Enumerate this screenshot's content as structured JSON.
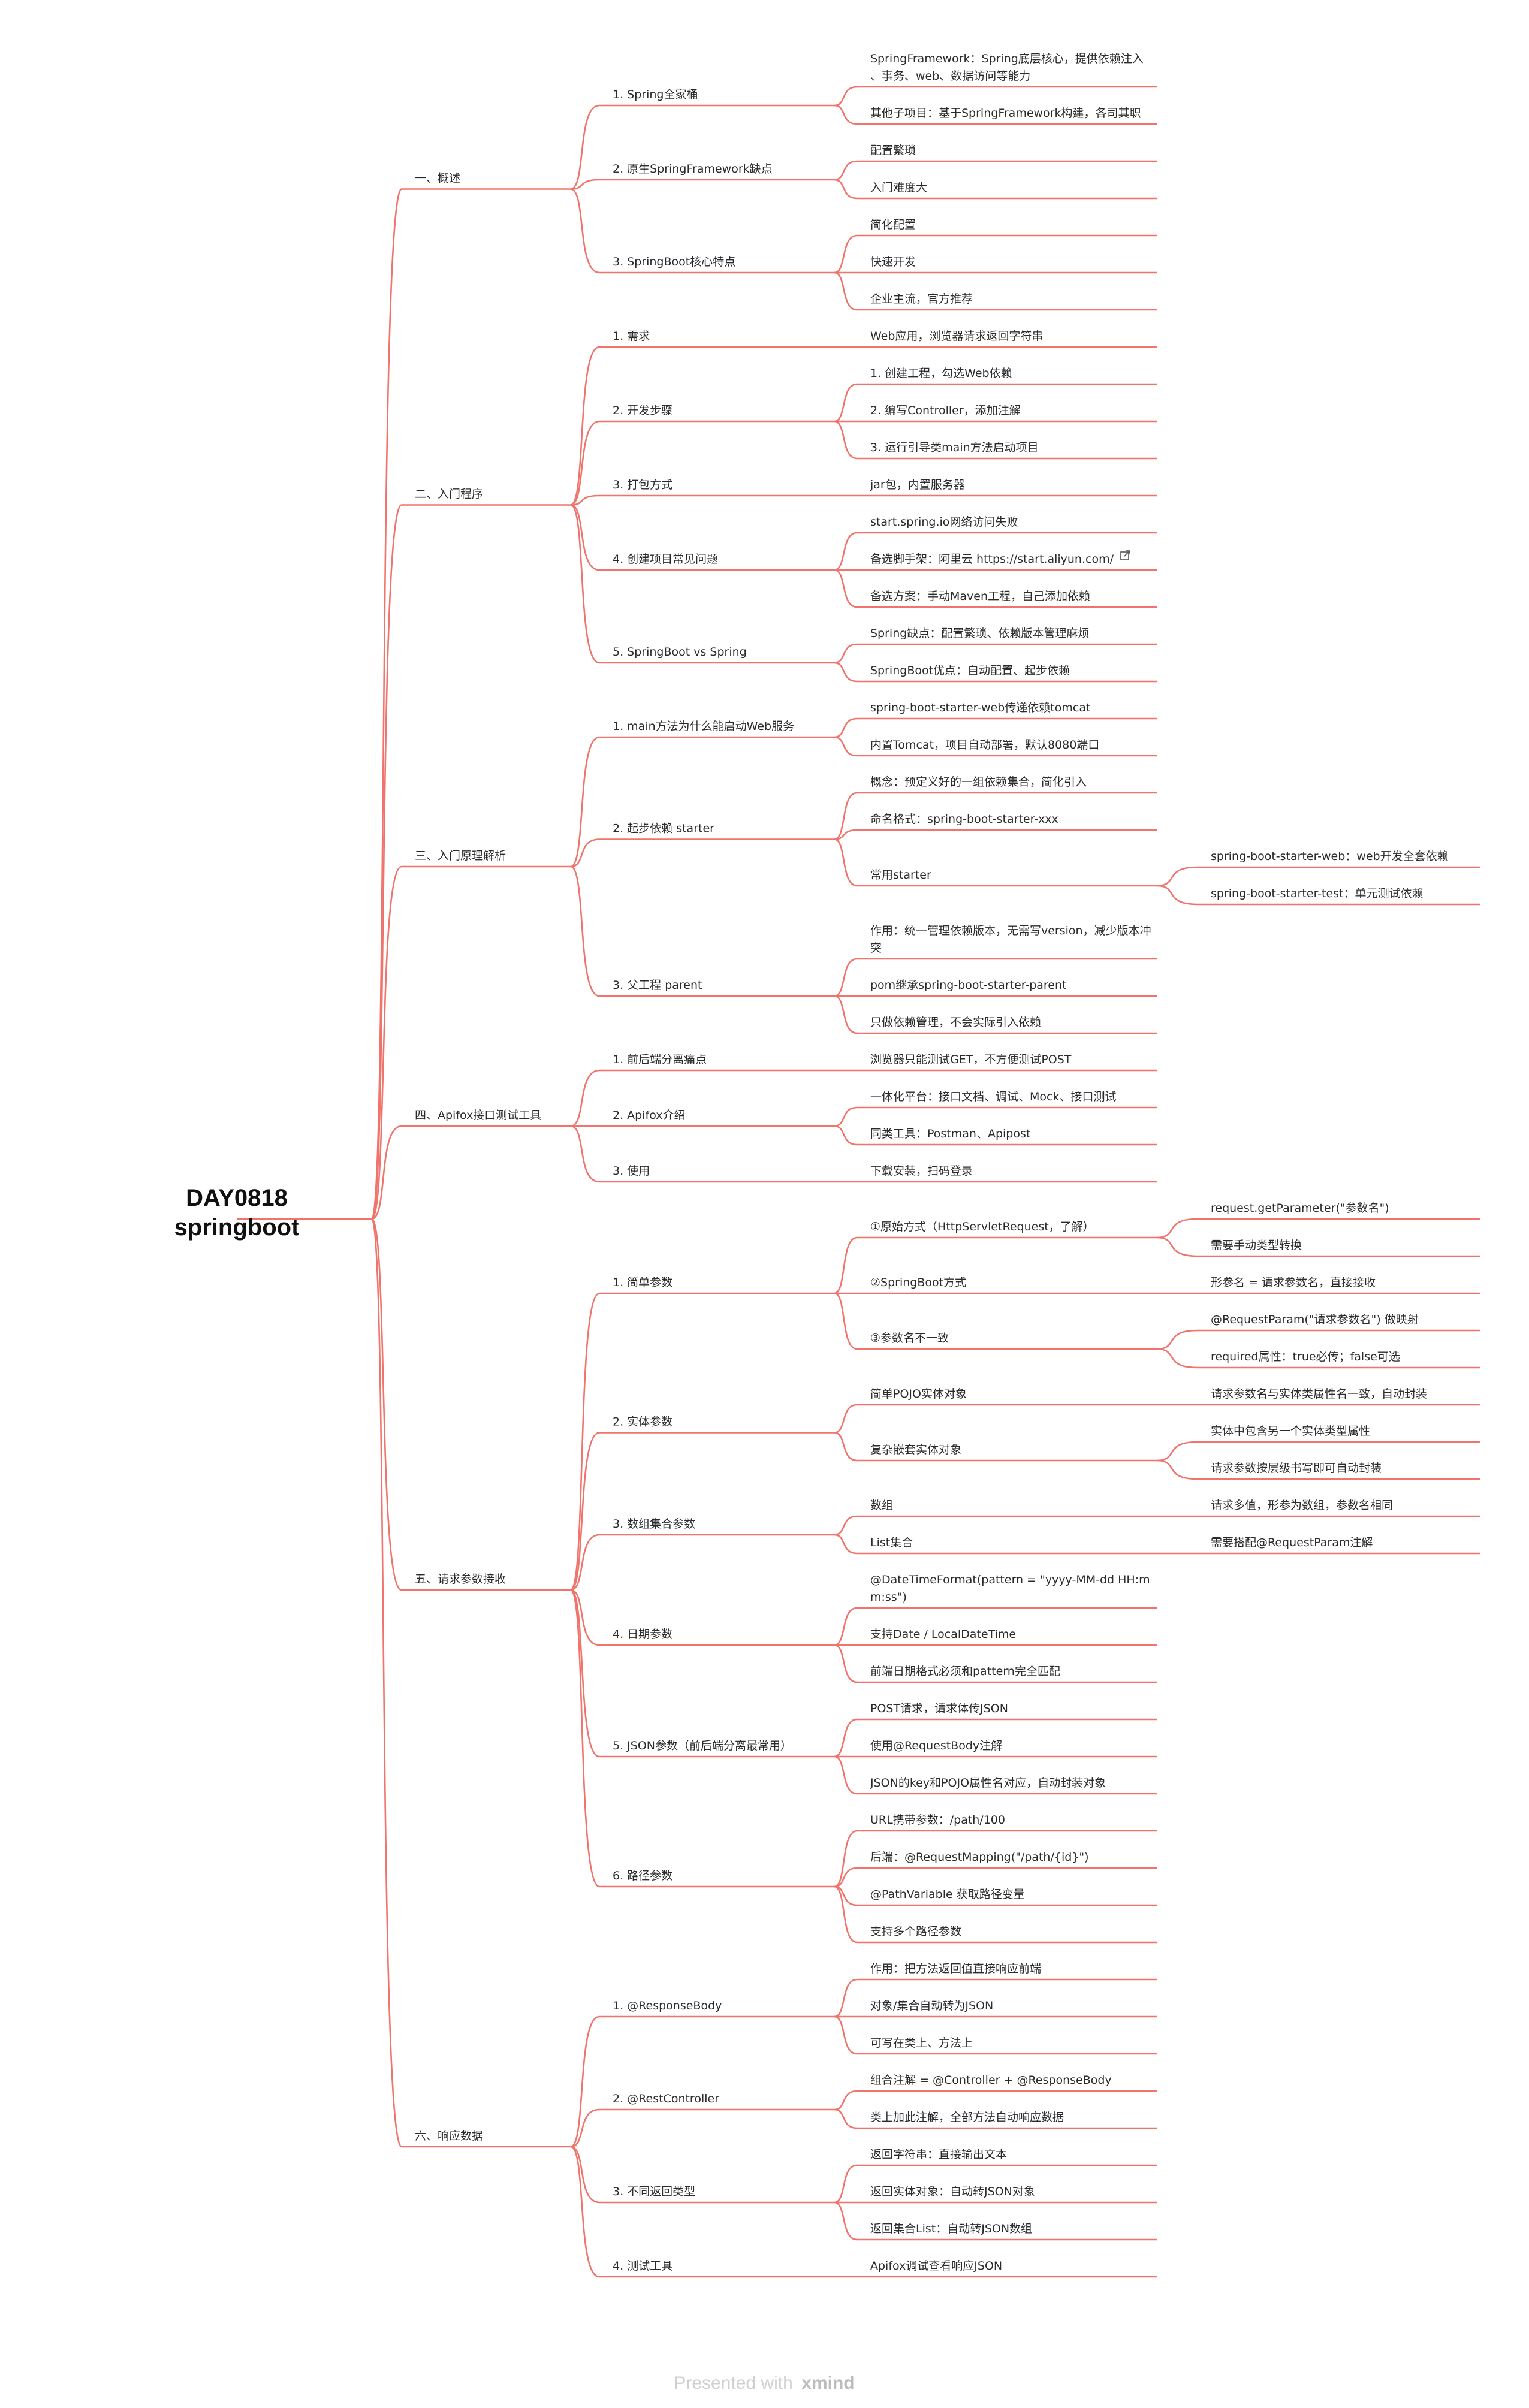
{
  "colors": {
    "branch": "#f0736c",
    "text": "#2b2b2b"
  },
  "watermark": {
    "prefix": "Presented with",
    "brand": "xmind"
  },
  "root": {
    "label_line1": "DAY0818",
    "label_line2": "springboot"
  },
  "sections": [
    {
      "label": "一、概述",
      "children": [
        {
          "label": "1. Spring全家桶",
          "children": [
            {
              "label": "SpringFramework：Spring底层核心，提供依赖注入、事务、web、数据访问等能力"
            },
            {
              "label": "其他子项目：基于SpringFramework构建，各司其职"
            }
          ]
        },
        {
          "label": "2. 原生SpringFramework缺点",
          "children": [
            {
              "label": "配置繁琐"
            },
            {
              "label": "入门难度大"
            }
          ]
        },
        {
          "label": "3. SpringBoot核心特点",
          "children": [
            {
              "label": "简化配置"
            },
            {
              "label": "快速开发"
            },
            {
              "label": "企业主流，官方推荐"
            }
          ]
        }
      ]
    },
    {
      "label": "二、入门程序",
      "children": [
        {
          "label": "1. 需求",
          "children": [
            {
              "label": "Web应用，浏览器请求返回字符串"
            }
          ]
        },
        {
          "label": "2. 开发步骤",
          "children": [
            {
              "label": "1.   创建工程，勾选Web依赖"
            },
            {
              "label": "2.   编写Controller，添加注解"
            },
            {
              "label": "3.   运行引导类main方法启动项目"
            }
          ]
        },
        {
          "label": "3. 打包方式",
          "children": [
            {
              "label": "jar包，内置服务器"
            }
          ]
        },
        {
          "label": "4. 创建项目常见问题",
          "children": [
            {
              "label": "start.spring.io网络访问失败"
            },
            {
              "label": "备选脚手架：阿里云 https://start.aliyun.com/",
              "link": true
            },
            {
              "label": "备选方案：手动Maven工程，自己添加依赖"
            }
          ]
        },
        {
          "label": "5. SpringBoot vs Spring",
          "children": [
            {
              "label": "Spring缺点：配置繁琐、依赖版本管理麻烦"
            },
            {
              "label": "SpringBoot优点：自动配置、起步依赖"
            }
          ]
        }
      ]
    },
    {
      "label": "三、入门原理解析",
      "children": [
        {
          "label": "1. main方法为什么能启动Web服务",
          "children": [
            {
              "label": "spring-boot-starter-web传递依赖tomcat"
            },
            {
              "label": "内置Tomcat，项目自动部署，默认8080端口"
            }
          ]
        },
        {
          "label": "2. 起步依赖 starter",
          "children": [
            {
              "label": "概念：预定义好的一组依赖集合，简化引入"
            },
            {
              "label": "命名格式：spring-boot-starter-xxx"
            },
            {
              "label": "常用starter",
              "children": [
                {
                  "label": "spring-boot-starter-web：web开发全套依赖"
                },
                {
                  "label": "spring-boot-starter-test：单元测试依赖"
                }
              ]
            }
          ]
        },
        {
          "label": "3. 父工程 parent",
          "children": [
            {
              "label": "作用：统一管理依赖版本，无需写version，减少版本冲突"
            },
            {
              "label": "pom继承spring-boot-starter-parent"
            },
            {
              "label": "只做依赖管理，不会实际引入依赖"
            }
          ]
        }
      ]
    },
    {
      "label": "四、Apifox接口测试工具",
      "children": [
        {
          "label": "1. 前后端分离痛点",
          "children": [
            {
              "label": "浏览器只能测试GET，不方便测试POST"
            }
          ]
        },
        {
          "label": "2. Apifox介绍",
          "children": [
            {
              "label": "一体化平台：接口文档、调试、Mock、接口测试"
            },
            {
              "label": "同类工具：Postman、Apipost"
            }
          ]
        },
        {
          "label": "3. 使用",
          "children": [
            {
              "label": "下载安装，扫码登录"
            }
          ]
        }
      ]
    },
    {
      "label": "五、请求参数接收",
      "children": [
        {
          "label": "1. 简单参数",
          "children": [
            {
              "label": "①原始方式（HttpServletRequest，了解）",
              "children": [
                {
                  "label": "request.getParameter(\"参数名\")"
                },
                {
                  "label": "需要手动类型转换"
                }
              ]
            },
            {
              "label": "②SpringBoot方式",
              "children": [
                {
                  "label": "形参名 = 请求参数名，直接接收"
                }
              ]
            },
            {
              "label": "③参数名不一致",
              "children": [
                {
                  "label": "@RequestParam(\"请求参数名\") 做映射"
                },
                {
                  "label": "required属性：true必传；false可选"
                }
              ]
            }
          ]
        },
        {
          "label": "2. 实体参数",
          "children": [
            {
              "label": "简单POJO实体对象",
              "children": [
                {
                  "label": "请求参数名与实体类属性名一致，自动封装"
                }
              ]
            },
            {
              "label": "复杂嵌套实体对象",
              "children": [
                {
                  "label": "实体中包含另一个实体类型属性"
                },
                {
                  "label": "请求参数按层级书写即可自动封装"
                }
              ]
            }
          ]
        },
        {
          "label": "3. 数组集合参数",
          "children": [
            {
              "label": "数组",
              "children": [
                {
                  "label": "请求多值，形参为数组，参数名相同"
                }
              ]
            },
            {
              "label": "List集合",
              "children": [
                {
                  "label": "需要搭配@RequestParam注解"
                }
              ]
            }
          ]
        },
        {
          "label": "4. 日期参数",
          "children": [
            {
              "label": "@DateTimeFormat(pattern = \"yyyy-MM-dd HH:mm:ss\")"
            },
            {
              "label": "支持Date / LocalDateTime"
            },
            {
              "label": "前端日期格式必须和pattern完全匹配"
            }
          ]
        },
        {
          "label": "5. JSON参数（前后端分离最常用）",
          "children": [
            {
              "label": "POST请求，请求体传JSON"
            },
            {
              "label": "使用@RequestBody注解"
            },
            {
              "label": "JSON的key和POJO属性名对应，自动封装对象"
            }
          ]
        },
        {
          "label": "6. 路径参数",
          "children": [
            {
              "label": "URL携带参数：/path/100"
            },
            {
              "label": "后端：@RequestMapping(\"/path/{id}\")"
            },
            {
              "label": "@PathVariable 获取路径变量"
            },
            {
              "label": "支持多个路径参数"
            }
          ]
        }
      ]
    },
    {
      "label": "六、响应数据",
      "children": [
        {
          "label": "1. @ResponseBody",
          "children": [
            {
              "label": "作用：把方法返回值直接响应前端"
            },
            {
              "label": "对象/集合自动转为JSON"
            },
            {
              "label": "可写在类上、方法上"
            }
          ]
        },
        {
          "label": "2. @RestController",
          "children": [
            {
              "label": "组合注解 = @Controller + @ResponseBody"
            },
            {
              "label": "类上加此注解，全部方法自动响应数据"
            }
          ]
        },
        {
          "label": "3. 不同返回类型",
          "children": [
            {
              "label": "返回字符串：直接输出文本"
            },
            {
              "label": "返回实体对象：自动转JSON对象"
            },
            {
              "label": "返回集合List：自动转JSON数组"
            }
          ]
        },
        {
          "label": "4. 测试工具",
          "children": [
            {
              "label": "Apifox调试查看响应JSON"
            }
          ]
        }
      ]
    }
  ]
}
